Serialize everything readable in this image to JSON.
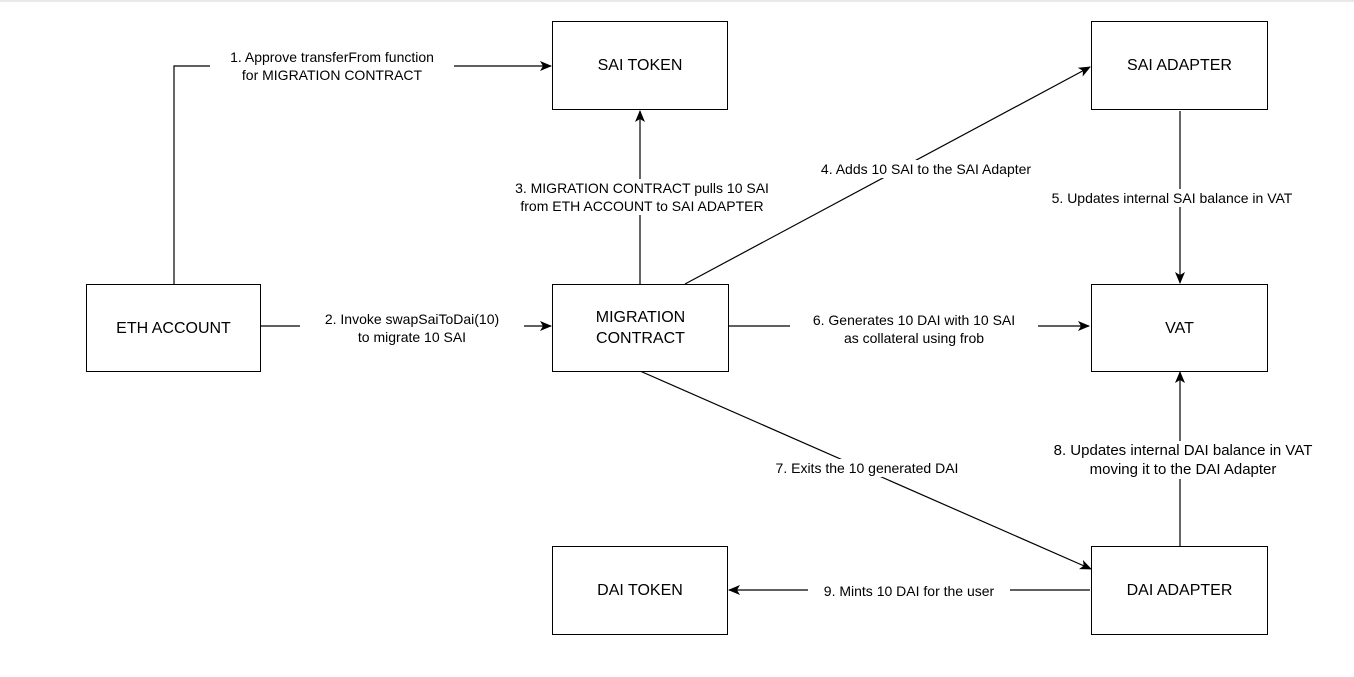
{
  "nodes": {
    "sai_token": "SAI TOKEN",
    "sai_adapter": "SAI ADAPTER",
    "eth_account": "ETH ACCOUNT",
    "migration_contract": "MIGRATION\nCONTRACT",
    "vat": "VAT",
    "dai_token": "DAI TOKEN",
    "dai_adapter": "DAI ADAPTER"
  },
  "edges": {
    "e1": "1. Approve transferFrom function\nfor MIGRATION CONTRACT",
    "e2": "2. Invoke swapSaiToDai(10)\nto migrate 10 SAI",
    "e3": "3. MIGRATION CONTRACT pulls 10 SAI\nfrom ETH ACCOUNT to SAI ADAPTER",
    "e4": "4. Adds 10 SAI to the SAI Adapter",
    "e5": "5. Updates internal SAI balance in VAT",
    "e6": "6. Generates 10 DAI with 10 SAI\nas collateral using frob",
    "e7": "7. Exits the 10 generated DAI",
    "e8": "8. Updates internal DAI balance in VAT\nmoving it to the DAI Adapter",
    "e9": "9. Mints 10 DAI for the user"
  }
}
